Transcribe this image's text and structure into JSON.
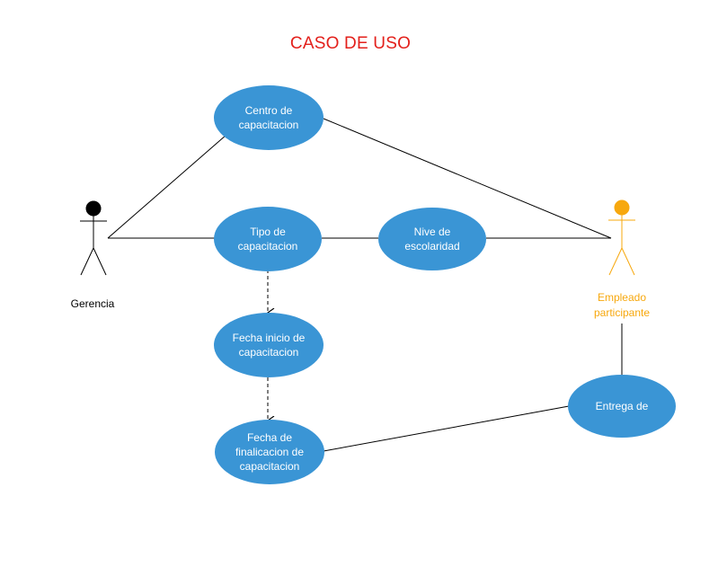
{
  "title": "CASO DE USO",
  "colors": {
    "title": "#e3201b",
    "use_case_fill": "#3a95d5",
    "use_case_text": "#ffffff",
    "line": "#000000",
    "actor_gerencia": "#000000",
    "actor_empleado": "#f7a80e",
    "actor_empleado_label": "#f7a80e"
  },
  "actors": {
    "gerencia": {
      "label": "Gerencia"
    },
    "empleado": {
      "label": "Empleado\nparticipante"
    }
  },
  "use_cases": {
    "centro": {
      "label": "Centro de\ncapacitacion"
    },
    "tipo": {
      "label": "Tipo de\ncapacitacion"
    },
    "nivel": {
      "label": "Nive de\nescolaridad"
    },
    "fecha_inicio": {
      "label": "Fecha inicio de\ncapacitacion"
    },
    "fecha_fin": {
      "label": "Fecha de\nfinalicacion de\ncapacitacion"
    },
    "entrega": {
      "label": "Entrega de"
    }
  }
}
